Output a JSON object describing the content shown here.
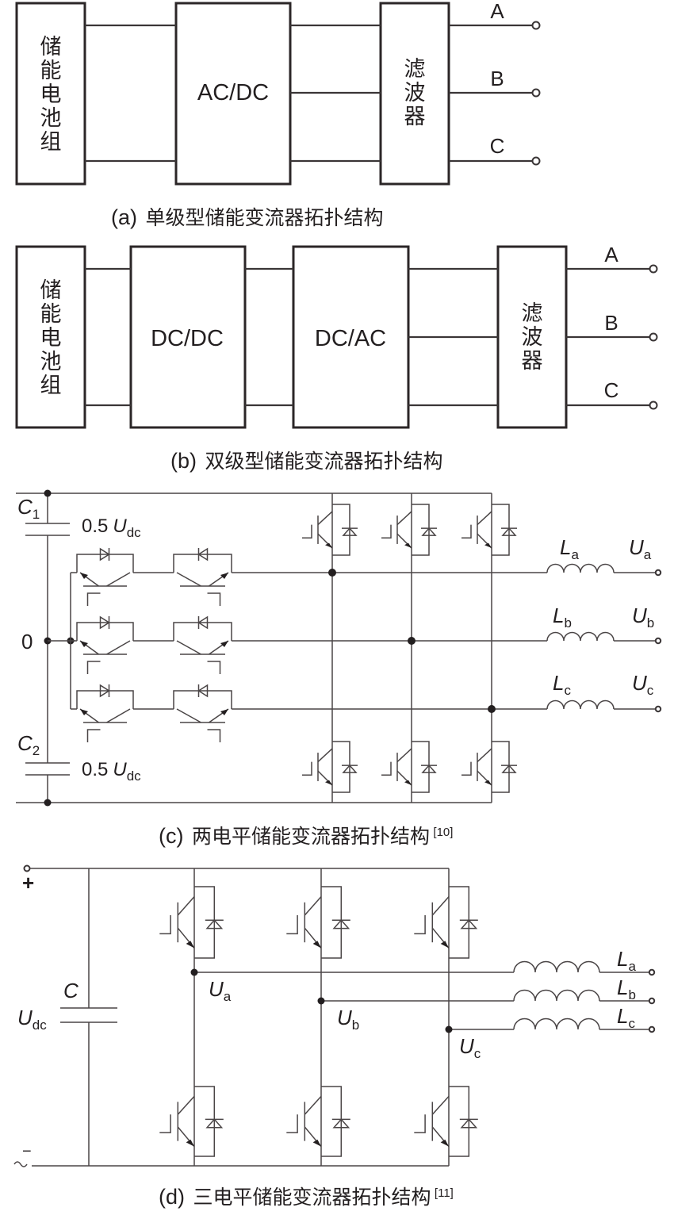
{
  "figure_a": {
    "battery_label": [
      "储",
      "能",
      "电",
      "池",
      "组"
    ],
    "converter_label": "AC/DC",
    "filter_label": [
      "滤",
      "波",
      "器"
    ],
    "outputs": [
      "A",
      "B",
      "C"
    ],
    "caption_prefix": "(a)",
    "caption_text": "单级型储能变流器拓扑结构"
  },
  "figure_b": {
    "battery_label": [
      "储",
      "能",
      "电",
      "池",
      "组"
    ],
    "converter1_label": "DC/DC",
    "converter2_label": "DC/AC",
    "filter_label": [
      "滤",
      "波",
      "器"
    ],
    "outputs": [
      "A",
      "B",
      "C"
    ],
    "caption_prefix": "(b)",
    "caption_text": "双级型储能变流器拓扑结构"
  },
  "figure_c": {
    "c1": {
      "sym": "C",
      "sub": "1"
    },
    "c2": {
      "sym": "C",
      "sub": "2"
    },
    "c1_voltage": {
      "coef": "0.5",
      "sym": "U",
      "sub": "dc"
    },
    "c2_voltage": {
      "coef": "0.5",
      "sym": "U",
      "sub": "dc"
    },
    "neutral_label": "0",
    "inductors": [
      {
        "sym": "L",
        "sub": "a"
      },
      {
        "sym": "L",
        "sub": "b"
      },
      {
        "sym": "L",
        "sub": "c"
      }
    ],
    "outputs": [
      {
        "sym": "U",
        "sub": "a"
      },
      {
        "sym": "U",
        "sub": "b"
      },
      {
        "sym": "U",
        "sub": "c"
      }
    ],
    "caption_prefix": "(c)",
    "caption_text": "两电平储能变流器拓扑结构",
    "caption_ref": "[10]"
  },
  "figure_d": {
    "plus_label": "+",
    "minus_label": "−",
    "cap": {
      "sym": "C"
    },
    "dc_voltage": {
      "sym": "U",
      "sub": "dc"
    },
    "nodes": [
      {
        "sym": "U",
        "sub": "a"
      },
      {
        "sym": "U",
        "sub": "b"
      },
      {
        "sym": "U",
        "sub": "c"
      }
    ],
    "inductors": [
      {
        "sym": "L",
        "sub": "a"
      },
      {
        "sym": "L",
        "sub": "b"
      },
      {
        "sym": "L",
        "sub": "c"
      }
    ],
    "caption_prefix": "(d)",
    "caption_text": "三电平储能变流器拓扑结构",
    "caption_ref": "[11]"
  }
}
